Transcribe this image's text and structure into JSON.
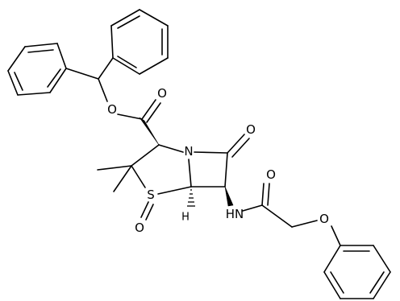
{
  "atoms": {
    "o_ester": "O",
    "o_carbonyl_ester": "O",
    "n_ring": "N",
    "o_lactam": "O",
    "s_ring": "S",
    "o_sulfoxide": "O",
    "h_stereo": "H",
    "nh_amide": "HN",
    "o_amide": "O",
    "o_ether": "O"
  }
}
